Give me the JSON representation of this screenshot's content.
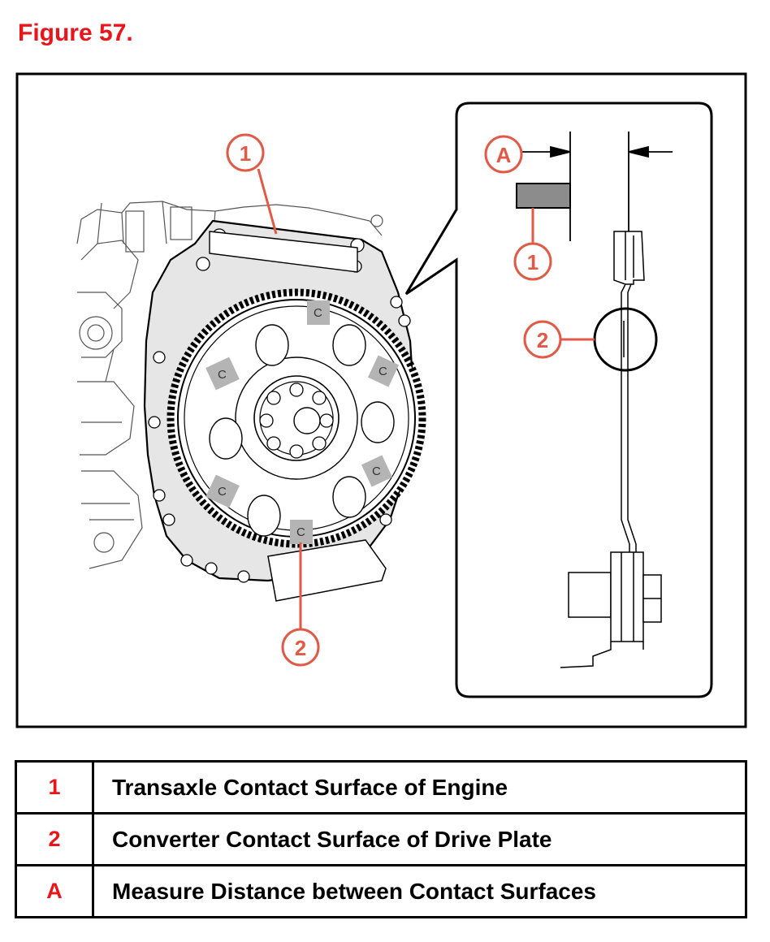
{
  "figure": {
    "title": "Figure 57."
  },
  "callouts": {
    "main_1": "1",
    "main_2": "2",
    "detail_a": "A",
    "detail_1": "1",
    "detail_2": "2"
  },
  "pad_label": "C",
  "legend": [
    {
      "key": "1",
      "description": "Transaxle Contact Surface of Engine"
    },
    {
      "key": "2",
      "description": "Converter Contact Surface of Drive Plate"
    },
    {
      "key": "A",
      "description": "Measure Distance between Contact Surfaces"
    }
  ],
  "colors": {
    "callout": "#e05a47",
    "title": "#e8161b",
    "key": "#e8161b",
    "pad": "#b4b4b4"
  }
}
